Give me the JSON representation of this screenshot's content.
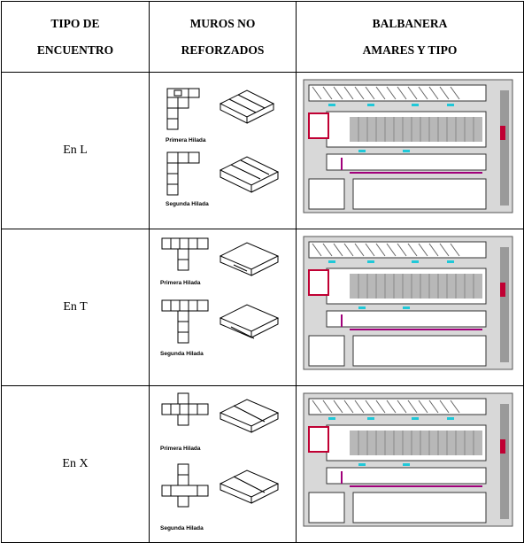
{
  "headers": {
    "col1": [
      "TIPO DE",
      "ENCUENTRO"
    ],
    "col2": [
      "MUROS NO",
      "REFORZADOS"
    ],
    "col3": [
      "BALBANERA",
      "AMARES Y TIPO"
    ]
  },
  "rows": [
    {
      "label": "En L",
      "caption_top": "Primera Hilada",
      "caption_bottom": "Segunda Hilada"
    },
    {
      "label": "En T",
      "caption_top": "Primera Hilada",
      "caption_bottom": "Segunda Hilada"
    },
    {
      "label": "En X",
      "caption_top": "Primera Hilada",
      "caption_bottom": "Segunda Hilada"
    }
  ]
}
